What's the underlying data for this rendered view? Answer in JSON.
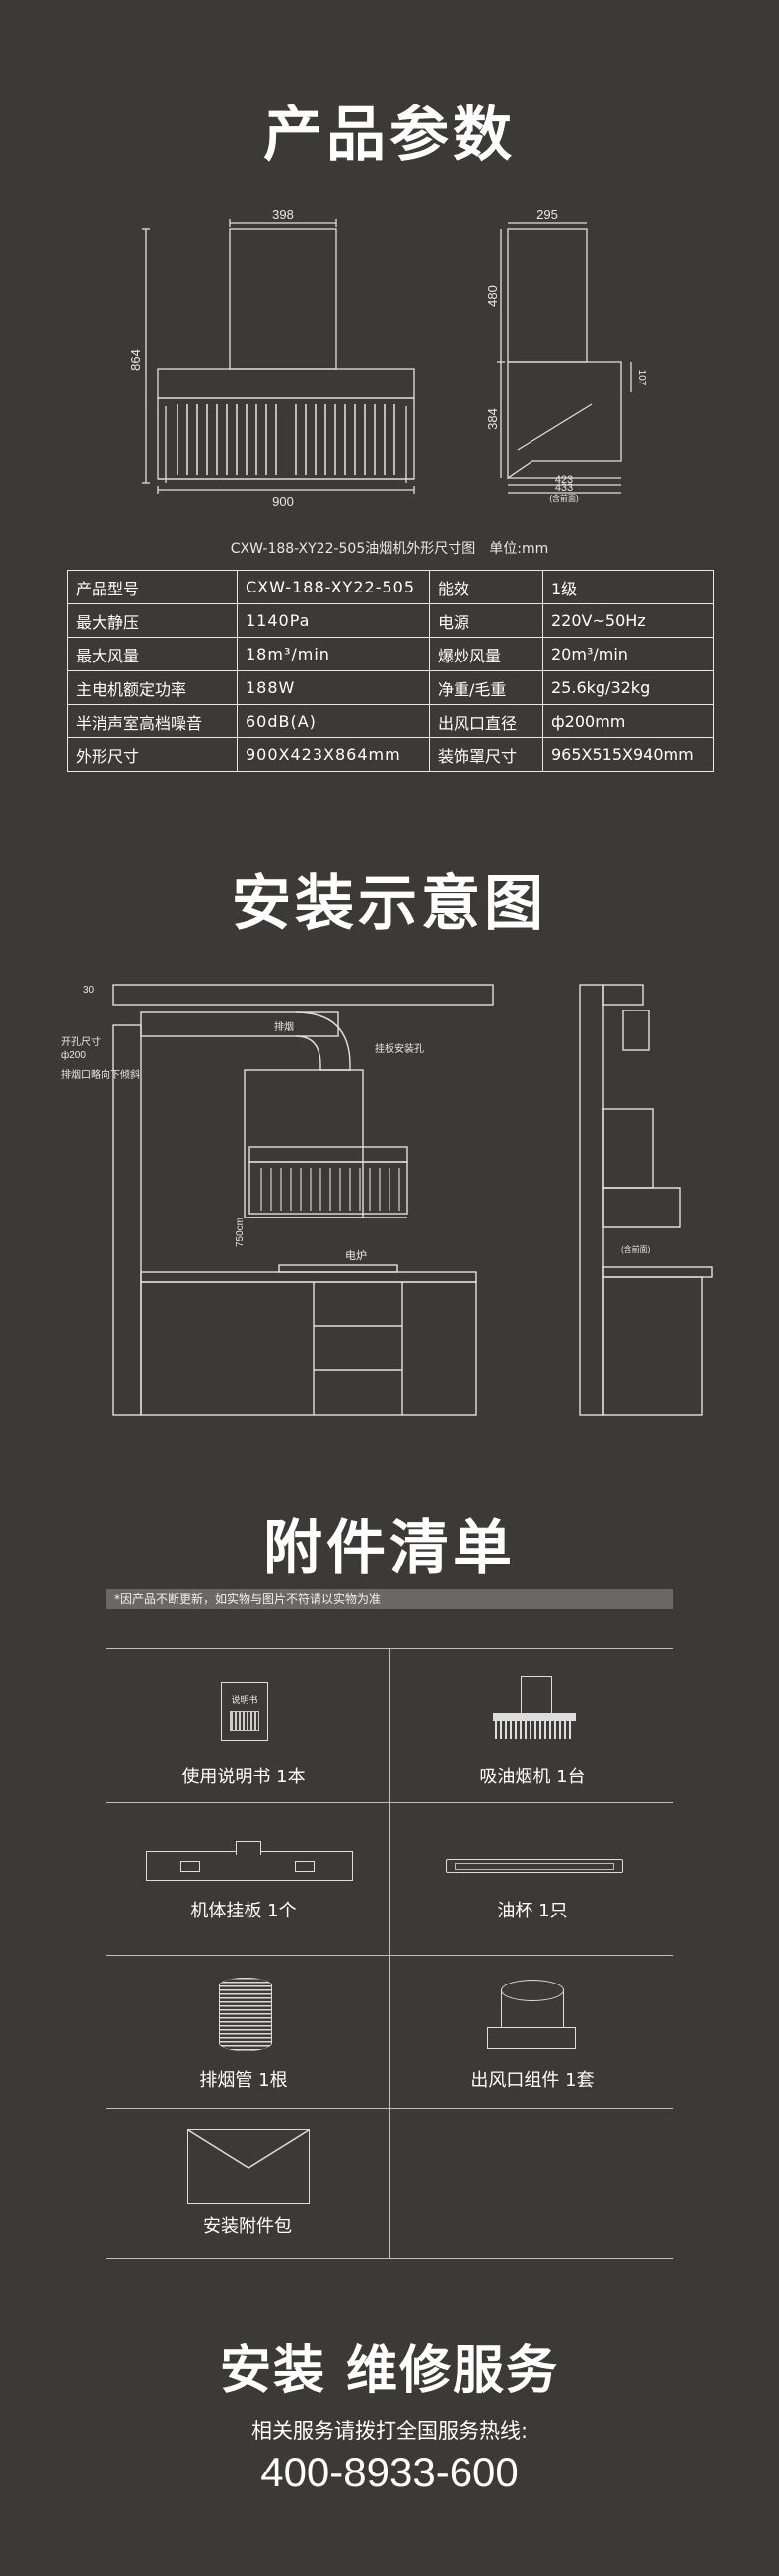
{
  "sections": {
    "params_title": "产品参数",
    "install_title": "安装示意图",
    "accessories_title": "附件清单",
    "service_title": "安装 维修服务"
  },
  "dimensions": {
    "front_width_top": "398",
    "front_height": "864",
    "front_width_bottom": "900",
    "side_width_top": "295",
    "side_height_upper": "480",
    "side_height_lower": "384",
    "side_small": "107",
    "side_depth_1": "423",
    "side_depth_2": "433",
    "side_note": "(含前面)",
    "caption": "CXW-188-XY22-505油烟机外形尺寸图　单位:mm"
  },
  "specs": [
    [
      "产品型号",
      "CXW-188-XY22-505",
      "能效",
      "1级"
    ],
    [
      "最大静压",
      "1140Pa",
      "电源",
      "220V~50Hz"
    ],
    [
      "最大风量",
      "18m³/min",
      "爆炒风量",
      "20m³/min"
    ],
    [
      "主电机额定功率",
      "188W",
      "净重/毛重",
      "25.6kg/32kg"
    ],
    [
      "半消声室高档噪音",
      "60dB(A)",
      "出风口直径",
      "ф200mm"
    ],
    [
      "外形尺寸",
      "900X423X864mm",
      "装饰罩尺寸",
      "965X515X940mm"
    ]
  ],
  "install": {
    "label_30": "30",
    "label_kaikong": "开孔尺寸",
    "label_200": "ф200",
    "label_paiyan": "排烟口略向下倾斜",
    "label_pipe": "排烟",
    "label_hook": "挂板安装孔",
    "label_height": "750cm",
    "label_stove": "电炉",
    "label_side_note": "(含前面)"
  },
  "accessories": {
    "note": "*因产品不断更新，如实物与图片不符请以实物为准",
    "manual_cover": "说明书",
    "items": [
      {
        "label": "使用说明书  1本"
      },
      {
        "label": "吸油烟机  1台"
      },
      {
        "label": "机体挂板  1个"
      },
      {
        "label": "油杯  1只"
      },
      {
        "label": "排烟管  1根"
      },
      {
        "label": "出风口组件  1套"
      },
      {
        "label": "安装附件包"
      }
    ]
  },
  "service": {
    "hotline_label": "相关服务请拨打全国服务热线:",
    "phone": "400-8933-600"
  }
}
